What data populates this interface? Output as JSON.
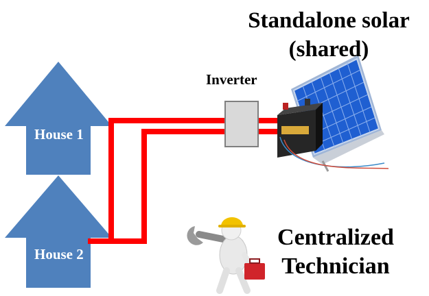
{
  "title": {
    "line1": "Standalone solar",
    "line2": "(shared)"
  },
  "inverter": {
    "label": "Inverter"
  },
  "houses": [
    {
      "label": "House 1"
    },
    {
      "label": "House 2"
    }
  ],
  "technician": {
    "line1": "Centralized",
    "line2": "Technician"
  },
  "colors": {
    "house_fill": "#4f81bd",
    "wire": "#ff0000",
    "inverter_fill": "#d9d9d9",
    "panel_blue": "#1f5fd1",
    "battery": "#2b2b2b"
  },
  "icons": [
    "house-arrow-icon",
    "inverter-box-icon",
    "solar-panel-icon",
    "battery-icon",
    "technician-figure-icon",
    "wrench-icon",
    "toolbox-icon",
    "hard-hat-icon"
  ]
}
